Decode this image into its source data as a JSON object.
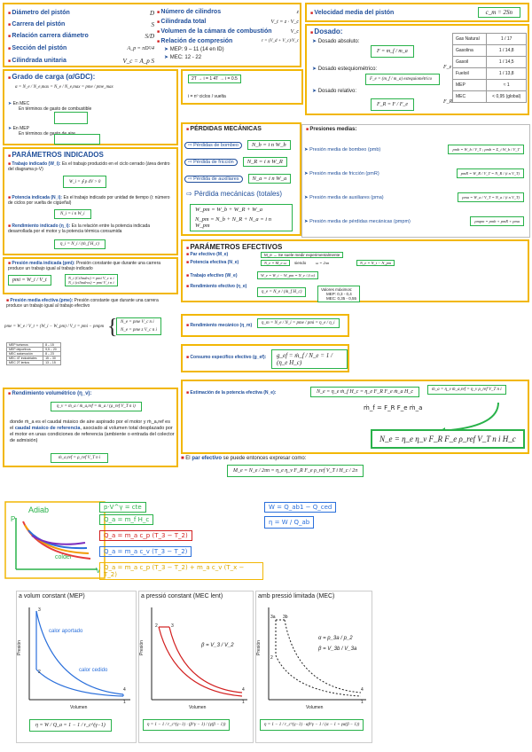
{
  "header": {
    "col1": [
      {
        "label": "Diámetro del pistón",
        "sym": "D"
      },
      {
        "label": "Carrera del pistón",
        "sym": "S"
      },
      {
        "label": "Relación carrera diámetro",
        "sym": "S/D"
      },
      {
        "label": "Sección del pistón",
        "sym": "A_p = πD²/4"
      },
      {
        "label": "Cilindrada unitaria",
        "sym": "V_c = A_p S"
      }
    ],
    "col2": [
      {
        "label": "Número de cilindros",
        "sym": "z"
      },
      {
        "label": "Cilindrada total",
        "sym": "V_t = z · V_c"
      },
      {
        "label": "Volumen de la cámara de combustión",
        "sym": "V_c"
      },
      {
        "label": "Relación de compresión",
        "sym": "r = (V_d + V_c)/V_c"
      }
    ],
    "compression_values": [
      "MEP: 9 – 11 (14 en ID)",
      "MEC: 12 - 22"
    ],
    "velocidad": {
      "label": "Velocidad media del pistón",
      "formula": "c_m = 2Sn"
    }
  },
  "dosado": {
    "title": "Dosado:",
    "absoluto": "Dosado absoluto:",
    "absoluto_formula": "F = m_f / m_a",
    "estequiometrico": "Dosado estequiométrico:",
    "estequiometrico_formula": "F_e = (m_f / m_a) estequiométrico",
    "relativo": "Dosado relativo:",
    "relativo_formula": "F_R = F / F_e",
    "fe_label": "F_e",
    "table": [
      [
        "Gas Natural",
        "1 / 17"
      ],
      [
        "Gasolina",
        "1 / 14,8"
      ],
      [
        "Gasoil",
        "1 / 14,5"
      ],
      [
        "Fueloil",
        "1 / 13,8"
      ],
      [
        "MEP",
        "≈ 1"
      ],
      [
        "MEC",
        "< 0,95 (global)"
      ]
    ],
    "fr_label": "F_R"
  },
  "grado_carga": {
    "title": "Grado de carga (α/GDC):",
    "formula": "α = N_e / N_e,max = N_e / N_e,max = pme / pme_max",
    "mec": "En MEC",
    "mec_note": "En términos de gasto de combustible",
    "mep": "En MEP",
    "mep_note": "En términos de gasto de aire",
    "cycles": "2T → i = 1    4T → i = 0.5",
    "cycles_note": "i = nº ciclos / vuelta"
  },
  "indicados": {
    "title": "PARÁMETROS INDICADOS",
    "trabajo": "Trabajo indicado (W_i):",
    "trabajo_desc": "Es el trabajo producido en el ciclo cerrado (área dentro del diagrama p-V)",
    "trabajo_formula": "W_i = ∮ p dV > 0",
    "potencia": "Potencia indicada (N_i):",
    "potencia_desc": "Es el trabajo indicado por unidad de tiempo (i: número de ciclos por vuelta de cigüeñal)",
    "potencia_formula": "N_i = i n W_i",
    "rendimiento": "Rendimiento indicado (η_i):",
    "rendimiento_desc": "Es la relación entre la potencia indicada desarrollada por el motor y la potencia térmica consumida",
    "rendimiento_formula": "η_i = N_i / (ṁ_f H_c)"
  },
  "pmi": {
    "title": "Presión media indicada (pmi):",
    "desc": "Presión constante que durante una carrera produce un trabajo igual al trabajo indicado",
    "formula": "pmi = W_i / V_t",
    "right1": "N_i (Cilindro) = pmi V_c n i",
    "right2": "N_i (cilindros) = pmi V_t n i"
  },
  "pme": {
    "title": "Presión media efectiva (pme):",
    "desc": "Presión constante que durante una carrera produce un trabajo igual al trabajo efectivo",
    "formula": "pme = W_e / V_t = (W_i − W_pm) / V_t = pmi − pmpm",
    "right1": "N_e = pme V_c n i",
    "right2": "N_e = pme z V_c n i",
    "table": [
      [
        "MEP turismos",
        "8 – 15"
      ],
      [
        "MEP deportivos",
        "9,5 – 20"
      ],
      [
        "MEC automoción",
        "8 – 23"
      ],
      [
        "MEC 4T industriales",
        "15 – 30"
      ],
      [
        "MEC 2T lentos",
        "13 – 15"
      ]
    ]
  },
  "volumetrico": {
    "title": "Rendimiento volumétrico (η_v):",
    "formula": "η_v = ṁ_a / ṁ_a,ref = ṁ_a / (ρ_ref V_T n i)",
    "desc_pre": "donde ṁ_a es el caudal másico de aire aspirado por el motor y ṁ_a,ref es el ",
    "desc_bold": "caudal másico de referencia",
    "desc_post": ", asociado al volumen total desplazado por el motor en unas condiciones de referencia (ambiente o entrada del colector de admisión)",
    "ref_formula": "ṁ_a,ref = ρ_ref V_T n i"
  },
  "perdidas": {
    "title": "PÉRDIDAS MECÁNICAS",
    "items": [
      {
        "label": "Pérdidas de bombeo",
        "formula": "N_b = i n W_b"
      },
      {
        "label": "Pérdida de fricción",
        "formula": "N_R = i n W_R"
      },
      {
        "label": "Pérdida de auxiliares",
        "formula": "N_a = i n W_a"
      }
    ],
    "totales": "Pérdida mecánicas (totales)",
    "tot1": "W_pm = W_b + W_R + W_a",
    "tot2": "N_pm = N_b + N_R + N_a = i n W_pm"
  },
  "presiones": {
    "title": "Presiones medias:",
    "items": [
      {
        "label": "Presión media de bombeo (pmb)",
        "formula": "pmb = W_b / V_T ; pmb = Σ_i W_b / V_T"
      },
      {
        "label": "Presión media de fricción (pmR)",
        "formula": "pmR = W_R / V_T = N_R / (i n V_T)"
      },
      {
        "label": "Presión media de auxiliares (pma)",
        "formula": "pma = W_a / V_T = N_a / (i n V_T)"
      },
      {
        "label": "Presión media de pérdidas mecánicas (pmpm)",
        "formula": "pmpm = pmb + pmR + pma"
      }
    ]
  },
  "efectivos": {
    "title": "PARÁMETROS EFECTIVOS",
    "par": "Par efectivo (M_e)",
    "par_note": "M_e → Se suele medir experimentalmente",
    "potencia": "Potencia efectiva (N_e)",
    "potencia_formula": "N_e = M_e ω",
    "siendo": "siendo",
    "omega": "ω = 2πn",
    "potencia_f2": "N_e = N_i − N_pm",
    "trabajo": "Trabajo efectivo (W_e)",
    "trabajo_formula": "W_e = W_i − W_pm = N_e / (i n)",
    "rend": "Rendimiento efectivo (η_e)",
    "rend_formula": "η_e = N_e / (ṁ_f H_c)",
    "valores": "Valores máximos:",
    "v_mep": "MEP: 0,3 - 0,4",
    "v_mec": "MEC: 0,35 - 0,55",
    "mecanico": "Rendimiento mecánico (η_m)",
    "mecanico_formula": "η_m = N_e / N_i = pme / pmi = η_e / η_i",
    "consumo": "Consumo específico efectivo (g_ef):",
    "consumo_formula": "g_ef = ṁ_f / N_e = 1 / (η_e H_c)",
    "estimacion": "Estimación de la potencia efectiva (N_e):",
    "estimacion_formula": "N_e = η_e ṁ_f H_c = η_e F_R F_e ṁ_a H_c",
    "ma_formula": "ṁ_a = η_v ṁ_a,ref = η_v ρ_ref V_T n i",
    "mf_hand": "ṁ_f = F_R F_e ṁ_a",
    "final": "N_e = η_e η_v F_R F_e ρ_ref V_T n i H_c",
    "par_text_pre": "El ",
    "par_text_bold": "par efectivo",
    "par_text_post": " se puede entonces expresar como:",
    "par_formula": "M_e = N_e / 2πn = η_e η_v F_R F_e ρ_ref V_T i H_c / 2π"
  },
  "hand": {
    "adiab": "Adiab",
    "pv": "p·V^γ = cte",
    "qa1": "Q_a = m_f H_c",
    "qa2": "Q_a = m_a c_p (T_3 − T_2)",
    "qa3": "Q_a = m_a c_v (T_3 − T_2)",
    "qa4": "Q_a = m_a c_p (T_3 − T_2) + m_a c_v (T_x − T_2)",
    "w": "W = Q_ab1 − Q_ced",
    "eta": "η = W / Q_ab",
    "p_axis": "P",
    "v_axis": "V",
    "colder": "colder"
  },
  "cycles": [
    {
      "title": "a volum constant (MEP)",
      "ylabel": "Presión",
      "xlabel": "Volumen",
      "formula": "η = W / Q_a = 1 − 1 / r_c^(γ−1)",
      "ann1": "calor aportado",
      "ann2": "calor cedido",
      "p1": "1",
      "p2": "2",
      "p3": "3",
      "p4": "4"
    },
    {
      "title": "a pressió constant (MEC lent)",
      "ylabel": "Presión",
      "xlabel": "Volumen",
      "formula": "η = 1 − 1 / r_c^(γ−1) · (β^γ − 1) / (γ(β − 1))",
      "beta": "β = V_3 / V_2",
      "p1": "1",
      "p2": "2",
      "p3": "3",
      "p4": "4"
    },
    {
      "title": "amb pressió limitada (MEC)",
      "ylabel": "Presión",
      "xlabel": "Volumen",
      "formula": "η = 1 − 1 / r_c^(γ−1) · αβ^γ − 1 / (α − 1 + γα(β − 1))",
      "alpha": "α = p_3a / p_2",
      "beta": "β = V_3b / V_3a",
      "p1": "1",
      "p2": "2",
      "p3a": "3a",
      "p3b": "3b",
      "p4": "4"
    }
  ]
}
